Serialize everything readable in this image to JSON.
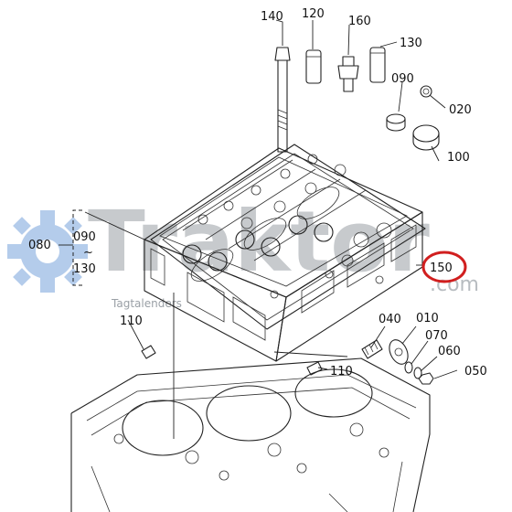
{
  "watermark": {
    "brand": "Traktor",
    "tagline": "Tagtalenders",
    "domain": ".com",
    "gear_color": "#5b8fd4",
    "text_color": "#9aa0a6"
  },
  "highlight_color": "#d11f1f",
  "labels": {
    "p140": "140",
    "p120": "120",
    "p160": "160",
    "p130_top": "130",
    "p090_top": "090",
    "p020": "020",
    "p100": "100",
    "p080": "080",
    "p090_group": "090",
    "tilde": "~",
    "p130_group": "130",
    "p150": "150",
    "p110_left": "110",
    "p110_mid": "110",
    "p040": "040",
    "p010": "010",
    "p070": "070",
    "p060": "060",
    "p050": "050"
  }
}
